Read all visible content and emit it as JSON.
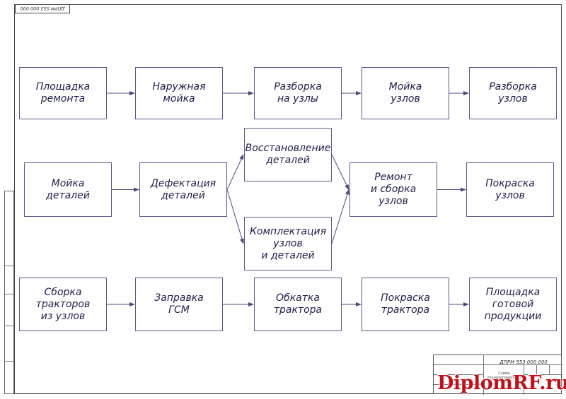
{
  "drawing": {
    "stamp_code": "ДПРМ 553 000 000",
    "title_code": "ДПРМ 553 000 000",
    "title_desc": "Схема технологического пр..."
  },
  "nodes": {
    "n1": "Площадка\nремонта",
    "n2": "Наружная\nмойка",
    "n3": "Разборка\nна узлы",
    "n4": "Мойка\nузлов",
    "n5": "Разборка\nузлов",
    "n6": "Мойка\nдеталей",
    "n7": "Дефектация\nдеталей",
    "n8": "Восстановление\nдеталей",
    "n9": "Комплектация\nузлов\nи деталей",
    "n10": "Ремонт\nи сборка\nузлов",
    "n11": "Покраска\nузлов",
    "n12": "Сборка\nтракторов\nиз узлов",
    "n13": "Заправка\nГСМ",
    "n14": "Обкатка\nтрактора",
    "n15": "Покраска\nтрактора",
    "n16": "Площадка\nготовой\nпродукции"
  },
  "edges": [
    [
      "n1",
      "n2"
    ],
    [
      "n2",
      "n3"
    ],
    [
      "n3",
      "n4"
    ],
    [
      "n4",
      "n5"
    ],
    [
      "n6",
      "n7"
    ],
    [
      "n7",
      "n8"
    ],
    [
      "n7",
      "n9"
    ],
    [
      "n8",
      "n10"
    ],
    [
      "n9",
      "n10"
    ],
    [
      "n10",
      "n11"
    ],
    [
      "n12",
      "n13"
    ],
    [
      "n13",
      "n14"
    ],
    [
      "n14",
      "n15"
    ],
    [
      "n15",
      "n16"
    ]
  ],
  "watermark": "DiplomRF.ru",
  "colors": {
    "box_border": "#5a5a8a",
    "arrow": "#4a4a7a",
    "watermark": "#c0101a"
  }
}
